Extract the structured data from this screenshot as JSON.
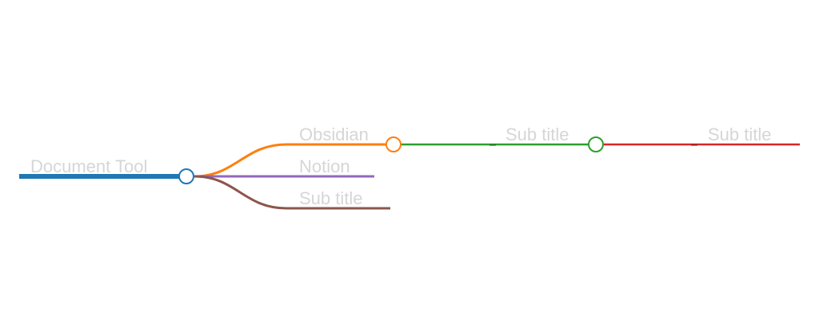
{
  "mindmap": {
    "root": {
      "label": "Document Tool",
      "color": "#1f77b4",
      "children": [
        {
          "label": "Obsidian",
          "color": "#ff7f0e",
          "children": [
            {
              "label": "Sub title",
              "color": "#2ca02c",
              "children": [
                {
                  "label": "Sub title",
                  "color": "#d62728"
                }
              ]
            }
          ]
        },
        {
          "label": "Notion",
          "color": "#9467bd"
        },
        {
          "label": "Sub title",
          "color": "#8c564b"
        }
      ]
    },
    "label_color": "#d6d6d6"
  }
}
